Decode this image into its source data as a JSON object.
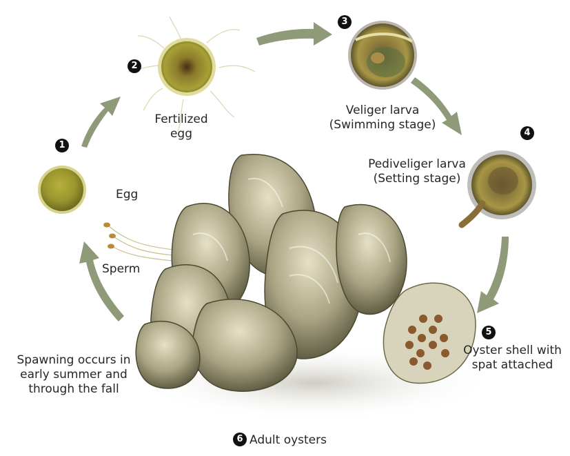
{
  "diagram": {
    "stages": [
      {
        "number": "1",
        "label": "Egg"
      },
      {
        "number": "2",
        "label_line1": "Fertilized",
        "label_line2": "egg"
      },
      {
        "number": "3",
        "label_line1": "Veliger larva",
        "label_line2": "(Swimming stage)"
      },
      {
        "number": "4",
        "label_line1": "Pediveliger larva",
        "label_line2": "(Setting stage)"
      },
      {
        "number": "5",
        "label_line1": "Oyster shell with",
        "label_line2": "spat attached"
      },
      {
        "number": "6",
        "label": "Adult oysters"
      }
    ],
    "sperm_label": "Sperm",
    "spawning_note": [
      "Spawning occurs in",
      "early summer and",
      "through the fall"
    ],
    "colors": {
      "arrow": "#8f9a78",
      "egg_fill": "#9a9a2e",
      "egg_rim": "#c8c86a",
      "shell_light": "#c9c4a8",
      "shell_dark": "#5c5a3e",
      "number_badge": "#111111"
    }
  }
}
